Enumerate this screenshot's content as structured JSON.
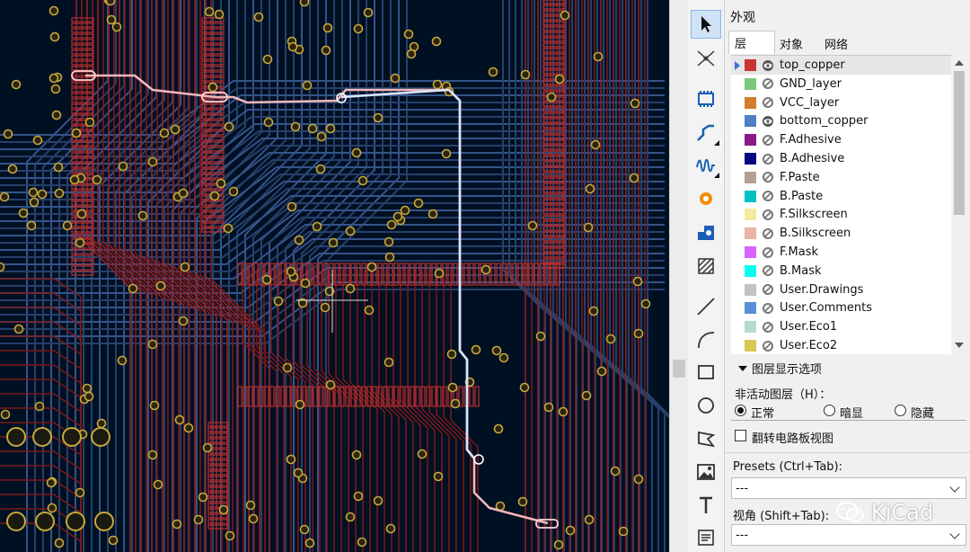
{
  "panel": {
    "title": "外观",
    "tabs": [
      "层",
      "对象",
      "网络"
    ],
    "active_tab": 0
  },
  "layers": [
    {
      "name": "top_copper",
      "color": "#c83434",
      "visible": true,
      "selected": true
    },
    {
      "name": "GND_layer",
      "color": "#7ac87a",
      "visible": false
    },
    {
      "name": "VCC_layer",
      "color": "#d27c2c",
      "visible": false
    },
    {
      "name": "bottom_copper",
      "color": "#4d7fc4",
      "visible": true
    },
    {
      "name": "F.Adhesive",
      "color": "#8a1a8a",
      "visible": false
    },
    {
      "name": "B.Adhesive",
      "color": "#06067e",
      "visible": false
    },
    {
      "name": "F.Paste",
      "color": "#b39f94",
      "visible": false
    },
    {
      "name": "B.Paste",
      "color": "#00c2c2",
      "visible": false
    },
    {
      "name": "F.Silkscreen",
      "color": "#f2eb9c",
      "visible": false
    },
    {
      "name": "B.Silkscreen",
      "color": "#e8b4a6",
      "visible": false
    },
    {
      "name": "F.Mask",
      "color": "#d864ff",
      "visible": false
    },
    {
      "name": "B.Mask",
      "color": "#02ffee",
      "visible": false
    },
    {
      "name": "User.Drawings",
      "color": "#c2c2c2",
      "visible": false
    },
    {
      "name": "User.Comments",
      "color": "#598fd6",
      "visible": false
    },
    {
      "name": "User.Eco1",
      "color": "#b4dbd2",
      "visible": false
    },
    {
      "name": "User.Eco2",
      "color": "#d8c852",
      "visible": false
    }
  ],
  "options": {
    "header": "图层显示选项",
    "inactive_label": "非活动图层（H）：",
    "radio_normal": "正常",
    "radio_dim": "暗显",
    "radio_hide": "隐藏",
    "selected_mode": "正常",
    "flip_board": "翻转电路板视图"
  },
  "presets": {
    "label": "Presets (Ctrl+Tab):",
    "value": "---"
  },
  "viewports": {
    "label": "视角 (Shift+Tab):",
    "value": "---"
  },
  "watermark": "KiCad",
  "toolbar": [
    "select-tool",
    "local-ratsnest-tool",
    "add-footprint-tool",
    "route-track-tool",
    "tune-length-tool",
    "add-via-tool",
    "add-pad-tool",
    "add-zone-tool",
    "draw-line-tool",
    "draw-arc-tool",
    "draw-rectangle-tool",
    "draw-circle-tool",
    "draw-polygon-tool",
    "add-image-tool",
    "add-text-tool",
    "add-textbox-tool"
  ]
}
